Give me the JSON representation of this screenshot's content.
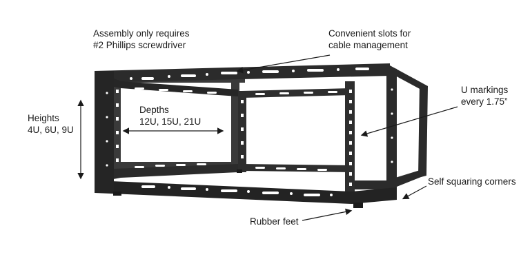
{
  "callouts": {
    "assembly": {
      "lines": [
        "Assembly only requires",
        "#2 Phillips screwdriver"
      ]
    },
    "slots": {
      "lines": [
        "Convenient slots for",
        "cable management"
      ]
    },
    "umarkings": {
      "lines": [
        "U markings",
        "every 1.75”"
      ]
    },
    "heights": {
      "lines": [
        "Heights",
        "4U, 6U, 9U"
      ]
    },
    "depths": {
      "lines": [
        "Depths",
        "12U, 15U, 21U"
      ]
    },
    "corners": {
      "lines": [
        "Self squaring corners"
      ]
    },
    "feet": {
      "lines": [
        "Rubber feet"
      ]
    }
  },
  "colors": {
    "frame": "#2b2b2b",
    "frame_dark": "#1a1a1a",
    "frame_mid": "#3a3a3a",
    "slot": "#ffffff",
    "text": "#1a1a1a"
  }
}
